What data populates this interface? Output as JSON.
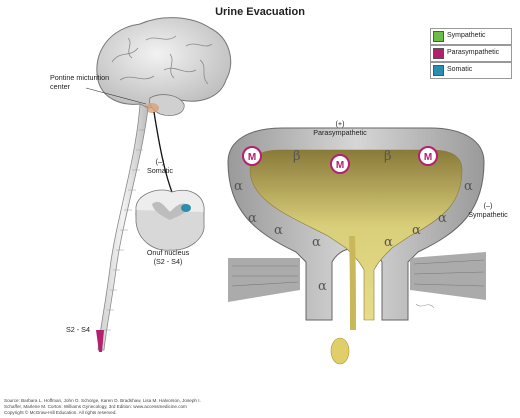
{
  "title": "Urine Evacuation",
  "legend": [
    {
      "label": "Sympathetic",
      "color": "#6cbd47"
    },
    {
      "label": "Parasympathetic",
      "color": "#b2206e"
    },
    {
      "label": "Somatic",
      "color": "#2a8fae"
    }
  ],
  "labels": {
    "pontine": "Pontine micturition\ncenter",
    "somatic_sign": "(–)",
    "somatic": "Somatic",
    "onuf": "Onuf nucleus\n(S2 - S4)",
    "s2s4": "S2 - S4",
    "para_sign": "(+)",
    "parasympathetic": "Parasympathetic",
    "symp_sign": "(–)",
    "sympathetic": "Sympathetic"
  },
  "receptors": {
    "muscarinic": "M",
    "beta": "β",
    "alpha": "α"
  },
  "credits": {
    "line1": "Source: Barbara L. Hoffman, John O. Schorge, Karen D. Bradshaw, Lisa M. Halvorson, Joseph I.",
    "line2": "Schaffer, Marlene M. Corton: Williams Gynecology, 3rd Edition: www.accessmedicine.com",
    "line3": "Copyright © McGraw-Hill Education. All rights reserved."
  }
}
